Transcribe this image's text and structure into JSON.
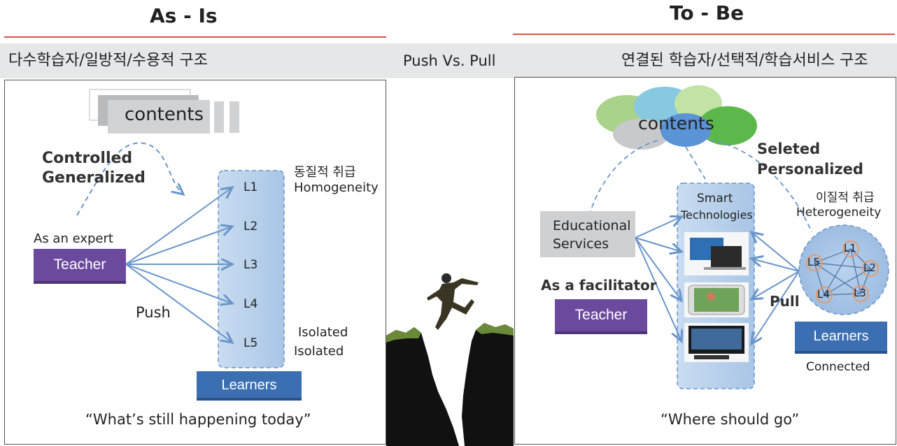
{
  "header": {
    "left_title": "As - Is",
    "right_title": "To  - Be",
    "left_subtitle": "다수학습자/일방적/수용적 구조",
    "center_subtitle": "Push Vs. Pull",
    "right_subtitle": "연결된 학습자/선택적/학습서비스 구조"
  },
  "as_is": {
    "contents_label": "contents",
    "controlled": "Controlled",
    "generalized": "Generalized",
    "expert_label": "As an expert",
    "teacher_label": "Teacher",
    "push_label": "Push",
    "learner_items": [
      "L1",
      "L2",
      "L3",
      "L4",
      "L5"
    ],
    "homogeneity_ko": "동질적 취급",
    "homogeneity_en": "Homogeneity",
    "isolated_1": "Isolated",
    "isolated_2": "Isolated",
    "learners_label": "Learners",
    "caption": "“What’s still happening today”"
  },
  "to_be": {
    "contents_label": "contents",
    "selected": "Seleted",
    "personalized": "Personalized",
    "heterogeneity_ko": "이질적 취급",
    "heterogeneity_en": "Heterogeneity",
    "smart_1": "Smart",
    "smart_2": "Technologies",
    "edu_1": "Educational",
    "edu_2": "Services",
    "facilitator_label": "As a facilitator",
    "teacher_label": "Teacher",
    "pull_label": "Pull",
    "network_nodes": [
      "L1",
      "L2",
      "L3",
      "L4",
      "L5"
    ],
    "learners_label": "Learners",
    "connected_label": "Connected",
    "caption": "“Where should go”"
  },
  "colors": {
    "accent_rule": "#e0504a",
    "teacher_purple": "#6b4a9e",
    "learners_blue": "#3b6fb2",
    "arrow_blue": "#6a95c9",
    "cloud_green": "#8fc96b",
    "cloud_blue": "#7cc6df",
    "cloud_gray": "#c8c9ca"
  }
}
